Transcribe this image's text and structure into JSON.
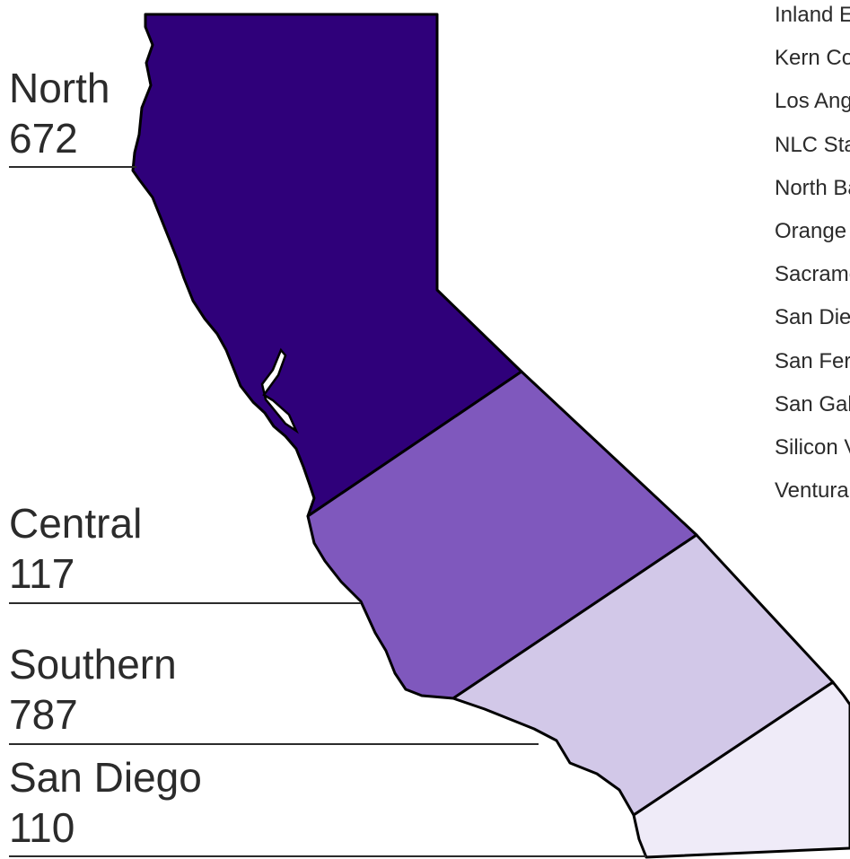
{
  "colors": {
    "north": "#2f007a",
    "central": "#7f58bd",
    "southern": "#d2c8e8",
    "san_diego": "#efebf8",
    "outline": "#000000",
    "leader": "#2b2b2b",
    "text": "#2b2b2b"
  },
  "regions": [
    {
      "id": "north",
      "name": "North",
      "value": "672"
    },
    {
      "id": "central",
      "name": "Central",
      "value": "117"
    },
    {
      "id": "southern",
      "name": "Southern",
      "value": "787"
    },
    {
      "id": "san_diego",
      "name": "San Diego",
      "value": "110"
    }
  ],
  "legend": [
    "Inland Empire",
    "Kern County",
    "Los Angeles",
    "NLC State",
    "North Bay",
    "Orange County",
    "Sacramento",
    "San Diego",
    "San Fernando Valley",
    "San Gabriel Valley",
    "Silicon Valley",
    "Ventura County"
  ]
}
